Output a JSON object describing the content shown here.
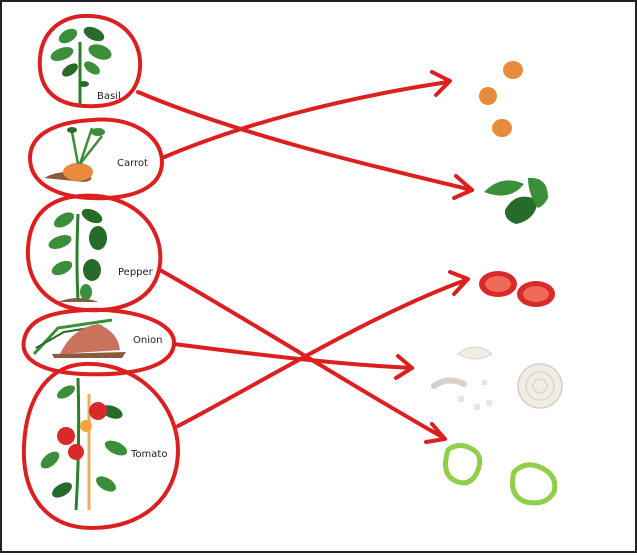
{
  "plants": [
    {
      "id": "basil",
      "label": "Basil"
    },
    {
      "id": "carrot",
      "label": "Carrot"
    },
    {
      "id": "pepper",
      "label": "Pepper"
    },
    {
      "id": "onion",
      "label": "Onion"
    },
    {
      "id": "tomato",
      "label": "Tomato"
    }
  ],
  "produce": [
    "carrot-slices",
    "basil-leaves",
    "tomato-slices",
    "onion-pieces",
    "pepper-rings"
  ],
  "matches": [
    {
      "from": "Basil",
      "to": "basil-leaves"
    },
    {
      "from": "Carrot",
      "to": "carrot-slices"
    },
    {
      "from": "Pepper",
      "to": "pepper-rings"
    },
    {
      "from": "Onion",
      "to": "onion-pieces"
    },
    {
      "from": "Tomato",
      "to": "tomato-slices"
    }
  ],
  "colors": {
    "marker": "#dc2020",
    "leaf": "#3c8f3a",
    "leaf_dark": "#276b2a",
    "stem": "#2f7d2e",
    "soil": "#8a5a3a",
    "carrot": "#e98a3d",
    "tomato": "#d82a2a",
    "pepper": "#8fcf4a",
    "onion": "#f1ece6"
  }
}
